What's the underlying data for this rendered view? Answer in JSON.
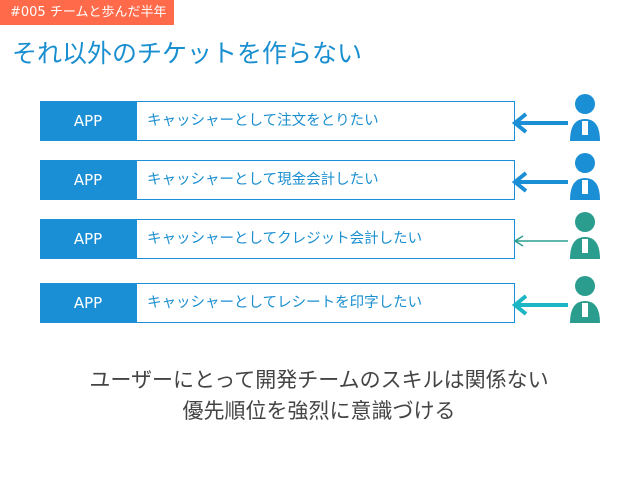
{
  "header": {
    "tag": "#005 チームと歩んだ半年",
    "title": "それ以外のチケットを作らない"
  },
  "stories": [
    {
      "app": "APP",
      "text": "キャッシャーとして注文をとりたい",
      "color": "#1b8fd6",
      "arrow": "bold"
    },
    {
      "app": "APP",
      "text": "キャッシャーとして現金会計したい",
      "color": "#1b8fd6",
      "arrow": "bold"
    },
    {
      "app": "APP",
      "text": "キャッシャーとしてクレジット会計したい",
      "color": "#2a9d8f",
      "arrow": "thin"
    },
    {
      "app": "APP",
      "text": "キャッシャーとしてレシートを印字したい",
      "color": "#1bb5c4",
      "arrow": "bold"
    }
  ],
  "caption": {
    "line1": "ユーザーにとって開発チームのスキルは関係ない",
    "line2": "優先順位を強烈に意識づける"
  },
  "colors": {
    "accent": "#1b8fd6",
    "tag": "#ff6a4a",
    "text": "#444444"
  },
  "icons": [
    "person-icon",
    "arrow-left-icon"
  ]
}
